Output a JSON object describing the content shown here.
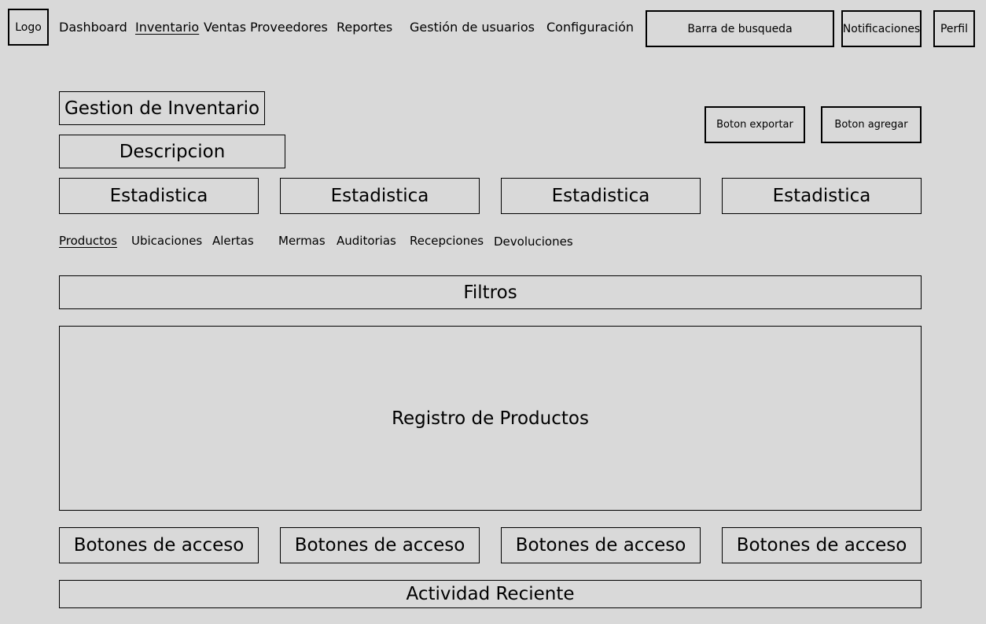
{
  "header": {
    "logo": "Logo",
    "nav": [
      "Dashboard",
      "Inventario",
      "Ventas",
      "Proveedores",
      "Reportes",
      "Gestión de usuarios",
      "Configuración"
    ],
    "active_nav": "Inventario",
    "search_label": "Barra de busqueda",
    "notifications_label": "Notificaciones",
    "profile_label": "Perfil"
  },
  "page": {
    "title": "Gestion de Inventario",
    "description": "Descripcion",
    "export_label": "Boton exportar",
    "add_label": "Boton agregar"
  },
  "stats": [
    "Estadistica",
    "Estadistica",
    "Estadistica",
    "Estadistica"
  ],
  "subtabs": [
    "Productos",
    "Ubicaciones",
    "Alertas",
    "Mermas",
    "Auditorias",
    "Recepciones",
    "Devoluciones"
  ],
  "active_subtab": "Productos",
  "filters_label": "Filtros",
  "registry_label": "Registro de Productos",
  "access_buttons": [
    "Botones de acceso",
    "Botones de acceso",
    "Botones de acceso",
    "Botones de acceso"
  ],
  "activity_label": "Actividad Reciente"
}
